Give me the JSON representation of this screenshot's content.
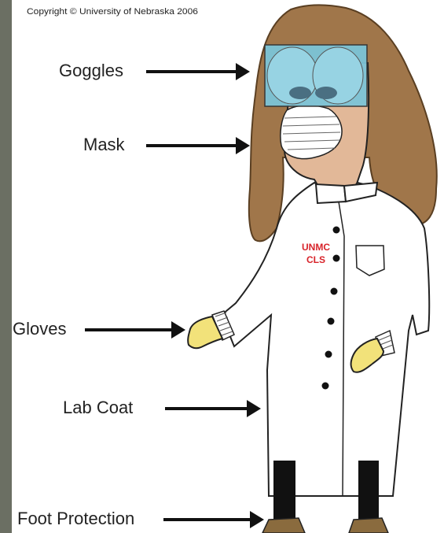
{
  "copyright": "Copyright © University of Nebraska 2006",
  "labels": {
    "goggles": "Goggles",
    "mask": "Mask",
    "gloves": "Gloves",
    "lab_coat": "Lab Coat",
    "foot_protection": "Foot Protection"
  },
  "badge": {
    "line1": "UNMC",
    "line2": "CLS"
  },
  "colors": {
    "frame": "#6b6f63",
    "panel": "#ffffff",
    "hair": "#a0764a",
    "skin": "#e2b898",
    "goggles": "#7cc4d8",
    "glove": "#f2e27a",
    "badge_text": "#d8232a",
    "shoes": "#8a6b3e"
  }
}
